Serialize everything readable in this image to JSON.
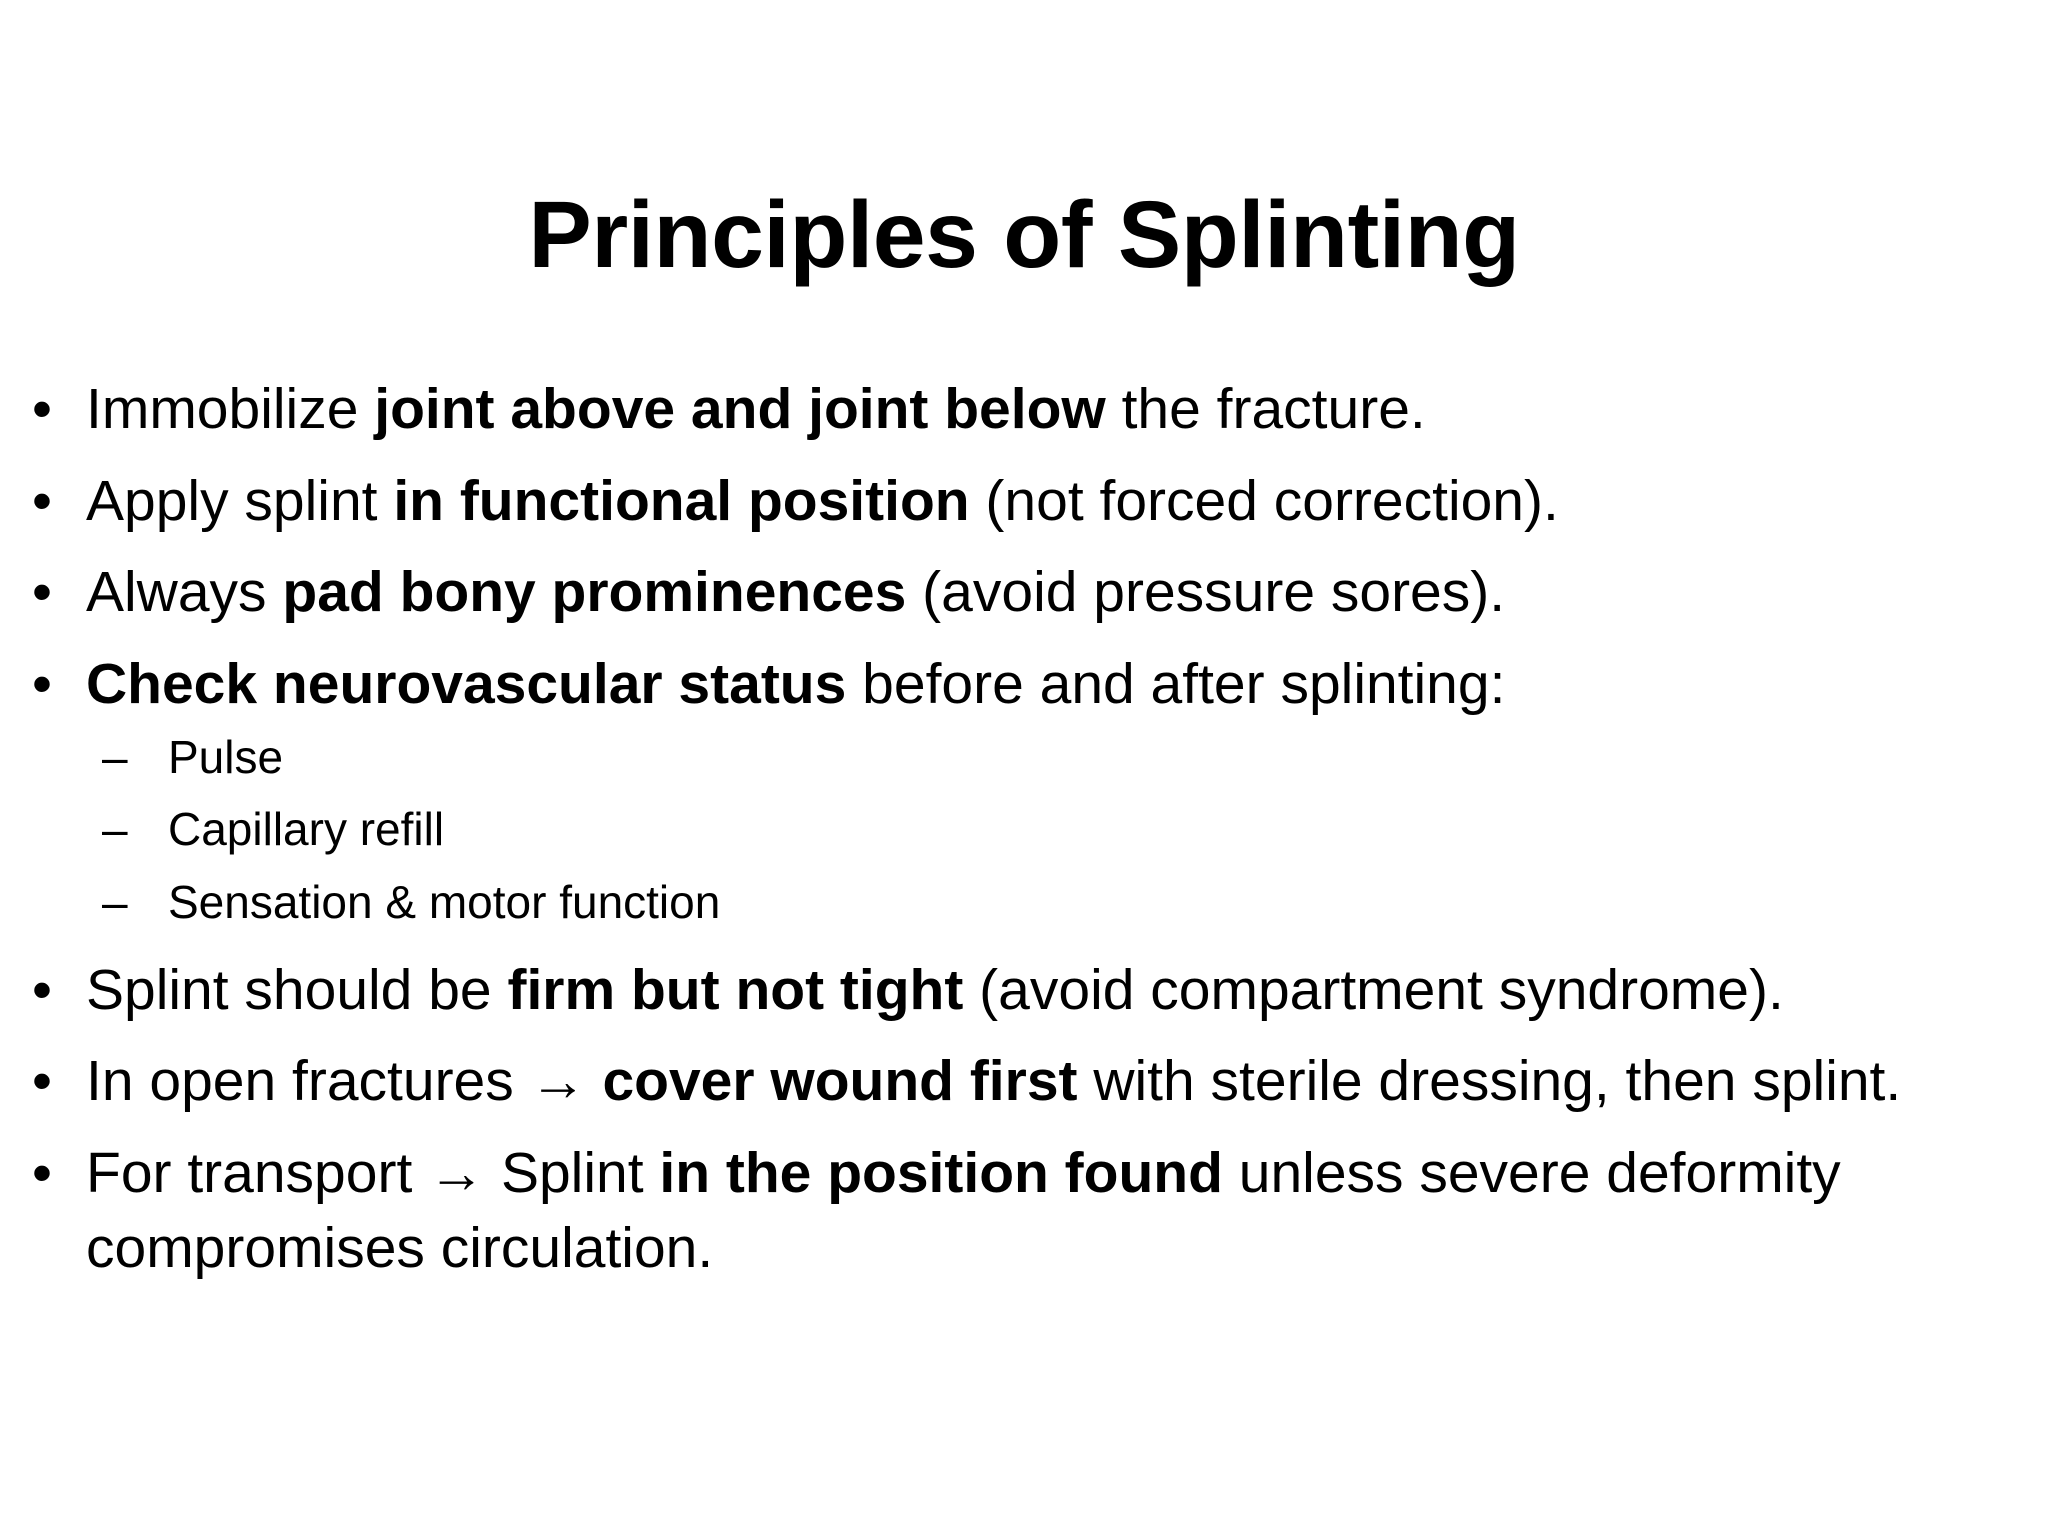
{
  "slide": {
    "title": "Principles of Splinting",
    "background_color": "#ffffff",
    "text_color": "#000000",
    "bullet_marker": "•",
    "sub_bullet_marker": "–",
    "arrow_glyph": "→",
    "bullets": [
      {
        "id": "immobilize",
        "runs": [
          {
            "text": "Immobilize ",
            "bold": false
          },
          {
            "text": "joint above and joint below",
            "bold": true
          },
          {
            "text": " the fracture.",
            "bold": false
          }
        ],
        "plain": "Immobilize joint above and joint below the fracture."
      },
      {
        "id": "functional-position",
        "runs": [
          {
            "text": "Apply splint ",
            "bold": false
          },
          {
            "text": "in functional position",
            "bold": true
          },
          {
            "text": " (not forced correction).",
            "bold": false
          }
        ],
        "plain": "Apply splint in functional position (not forced correction)."
      },
      {
        "id": "pad-bony-prominences",
        "runs": [
          {
            "text": "Always ",
            "bold": false
          },
          {
            "text": "pad bony prominences",
            "bold": true
          },
          {
            "text": " (avoid pressure sores).",
            "bold": false
          }
        ],
        "plain": "Always pad bony prominences (avoid pressure sores)."
      },
      {
        "id": "neurovascular-status",
        "runs": [
          {
            "text": "Check neurovascular status",
            "bold": true
          },
          {
            "text": " before and after splinting:",
            "bold": false
          }
        ],
        "plain": "Check neurovascular status before and after splinting:",
        "sub_items": [
          {
            "id": "pulse",
            "text": "Pulse"
          },
          {
            "id": "capillary-refill",
            "text": "Capillary refill"
          },
          {
            "id": "sensation-motor-function",
            "text": "Sensation & motor function"
          }
        ]
      },
      {
        "id": "firm-not-tight",
        "runs": [
          {
            "text": "Splint should be ",
            "bold": false
          },
          {
            "text": "firm but not tight",
            "bold": true
          },
          {
            "text": " (avoid compartment syndrome).",
            "bold": false
          }
        ],
        "plain": "Splint should be firm but not tight (avoid compartment syndrome)."
      },
      {
        "id": "open-fractures",
        "runs": [
          {
            "text": "In open fractures → ",
            "bold": false
          },
          {
            "text": "cover wound first",
            "bold": true
          },
          {
            "text": " with sterile dressing, then splint.",
            "bold": false
          }
        ],
        "plain": "In open fractures → cover wound first with sterile dressing, then splint."
      },
      {
        "id": "transport-position",
        "runs": [
          {
            "text": "For transport → Splint ",
            "bold": false
          },
          {
            "text": "in the position found",
            "bold": true
          },
          {
            "text": " unless severe deformity compromises circulation.",
            "bold": false
          }
        ],
        "plain": "For transport → Splint in the position found unless severe deformity compromises circulation."
      }
    ]
  }
}
